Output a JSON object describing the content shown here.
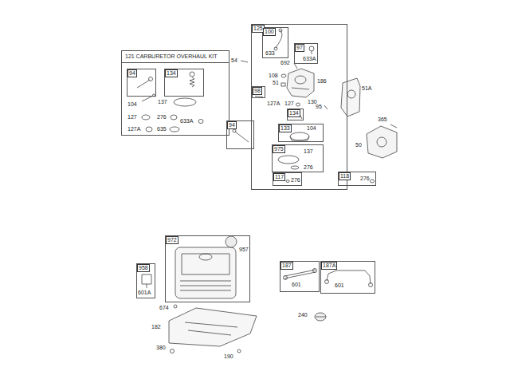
{
  "diagram": {
    "nodes": [
      {
        "text": [
          "121 CARBURETOR OVERHAUL KIT",
          "104",
          "137",
          "127",
          "276",
          "633A",
          "127A",
          "635"
        ]
      },
      {
        "text": [
          "94"
        ],
        "in": 0
      },
      {
        "text": [
          "134"
        ],
        "in": 0
      },
      {
        "text": [
          "125",
          "692",
          "108",
          "51",
          "186",
          "127A",
          "127",
          "130",
          "95"
        ]
      },
      {
        "text": [
          "100",
          "633"
        ],
        "in": 3
      },
      {
        "text": [
          "97",
          "633A"
        ],
        "in": 3
      },
      {
        "text": [
          "98"
        ],
        "in": 3
      },
      {
        "text": [
          "134"
        ],
        "in": 3
      },
      {
        "text": [
          "133",
          "104"
        ],
        "in": 3
      },
      {
        "text": [
          "975",
          "137",
          "276"
        ],
        "in": 3
      },
      {
        "text": [
          "117",
          "276"
        ],
        "in": 3
      },
      {
        "text": [
          "94"
        ]
      },
      {
        "text": [
          "118",
          "276"
        ]
      },
      {
        "text": [
          "972",
          "957"
        ]
      },
      {
        "text": [
          "958",
          "601A"
        ]
      },
      {
        "text": [
          "187",
          "601"
        ]
      },
      {
        "text": [
          "187A",
          "601"
        ]
      }
    ],
    "labels": [
      "54",
      "51A",
      "365",
      "50",
      "674",
      "182",
      "380",
      "190",
      "240"
    ]
  }
}
